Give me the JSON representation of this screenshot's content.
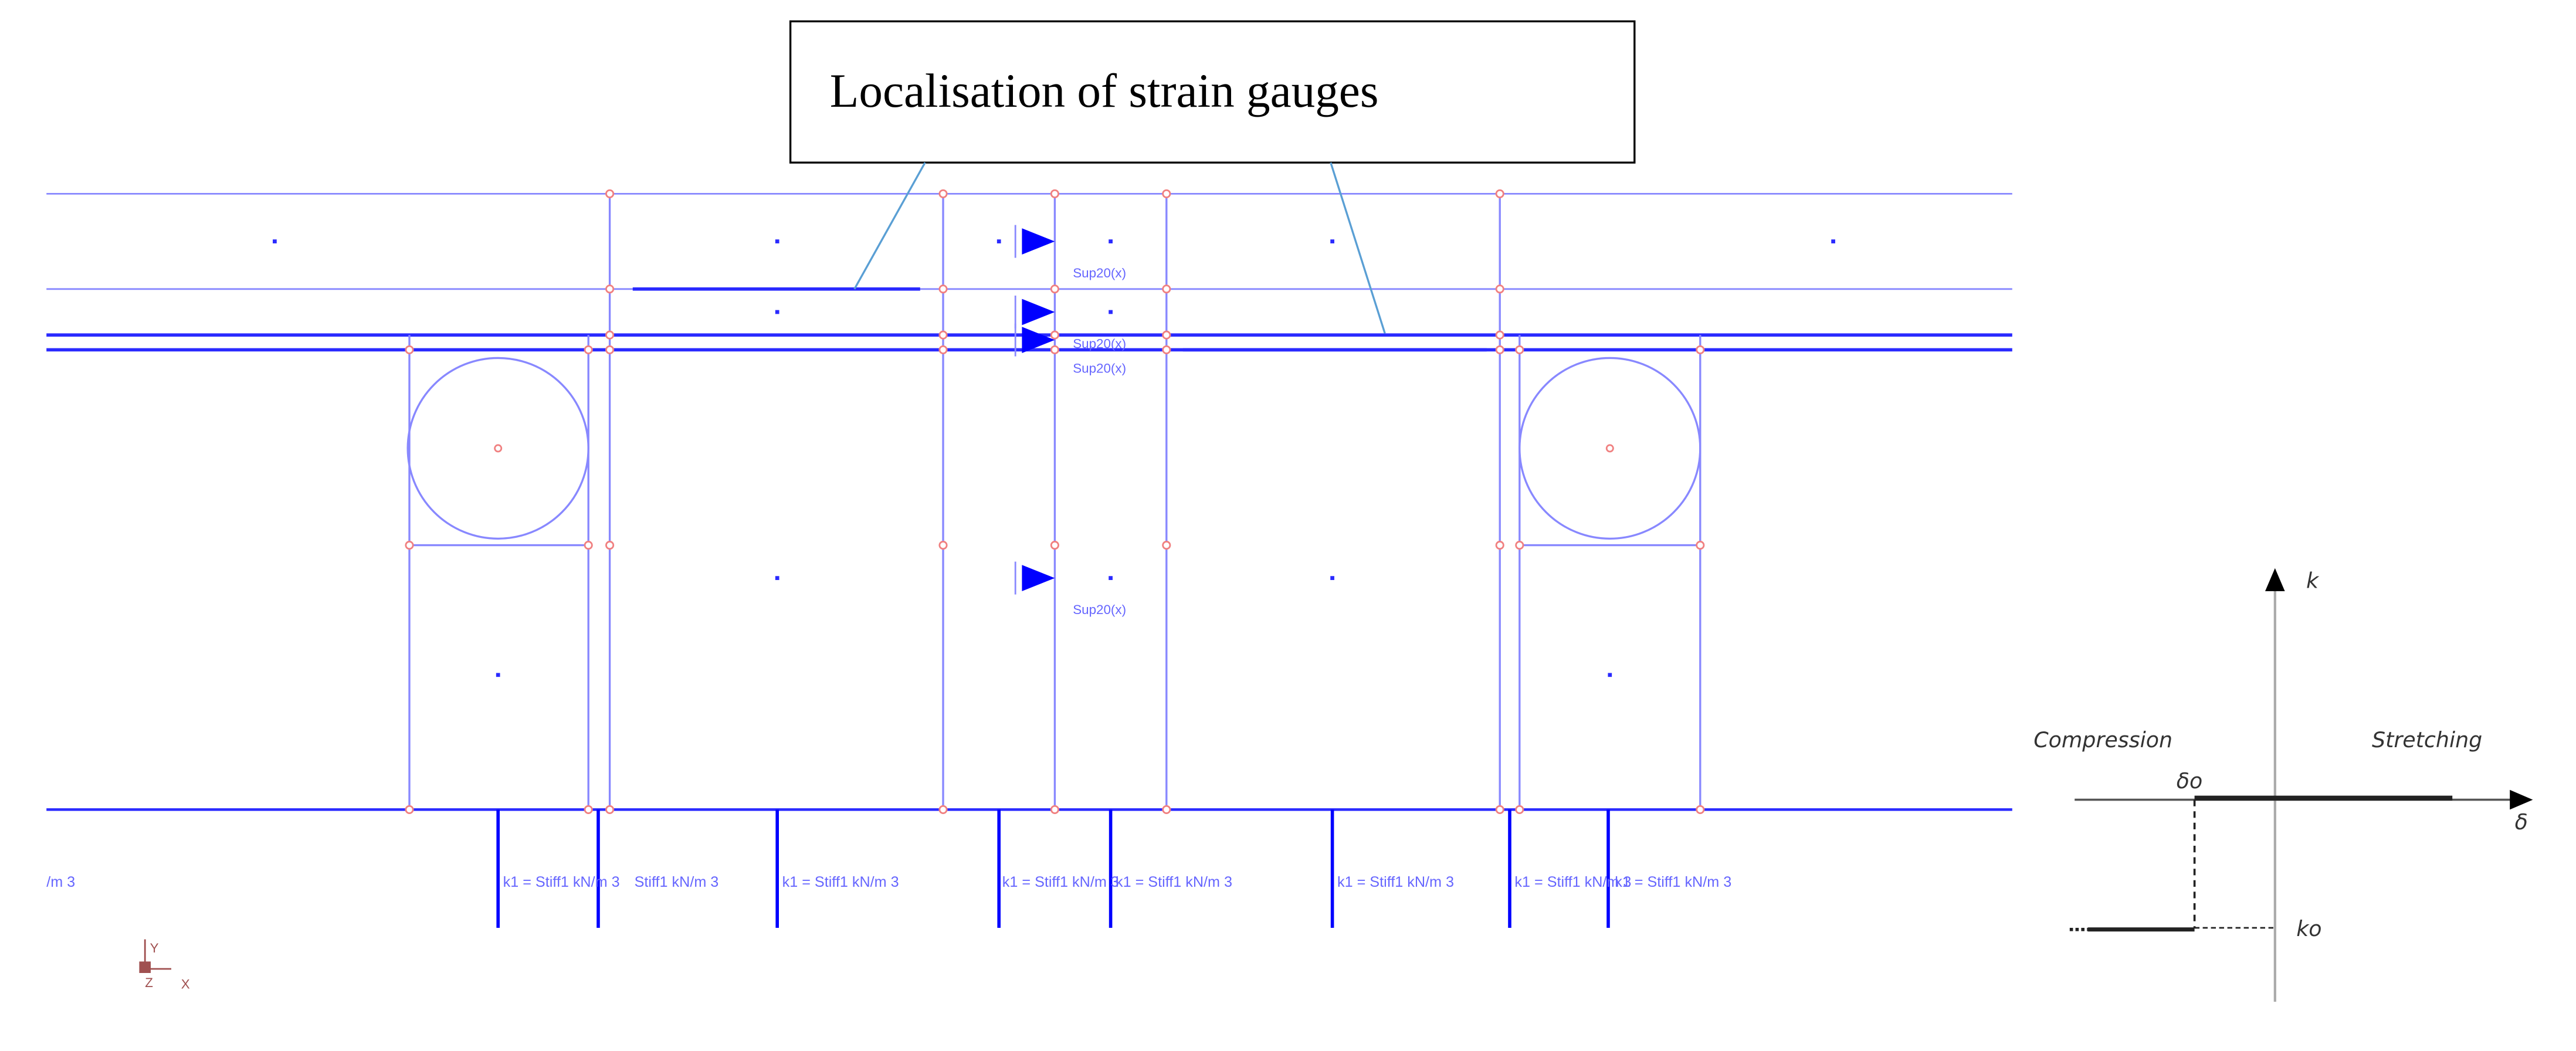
{
  "callout": {
    "text": "Localisation of strain gauges"
  },
  "model": {
    "support_label": "Sup20(x)",
    "spring_label": "k1 = Stiff1 kN/m 3",
    "spring_label_short": "Stiff1 kN/m 3",
    "spring_label_cut": "/m 3",
    "axis_labels": {
      "y": "Y",
      "z": "Z",
      "x": "X"
    },
    "colors": {
      "line": "#2a2aff",
      "node": "#f08080",
      "gauge_leader": "#5a9fd4",
      "axis_icon": "#a05050"
    }
  },
  "law_diagram": {
    "k_axis": "k",
    "delta_axis": "δ",
    "compression": "Compression",
    "stretching": "Stretching",
    "delta0": "δo",
    "k0": "ko"
  }
}
